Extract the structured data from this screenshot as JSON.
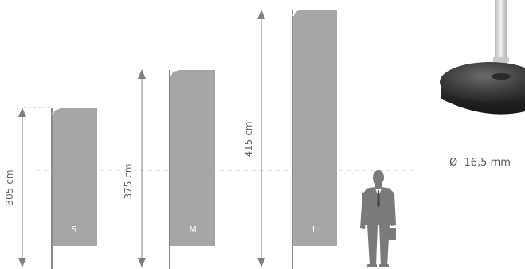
{
  "colors": {
    "flag": "#a6a6a6",
    "pole": "#8a8a8a",
    "arrow": "#7f7f7f",
    "dashed_line": "#c4c4c4",
    "person": "#7a7a7a",
    "base": "#3a3a3a",
    "label_text": "#666666"
  },
  "flags": [
    {
      "size": "S",
      "height_label": "305 cm",
      "height_cm": 305
    },
    {
      "size": "M",
      "height_label": "375 cm",
      "height_cm": 375
    },
    {
      "size": "L",
      "height_label": "415 cm",
      "height_cm": 415
    }
  ],
  "base": {
    "diameter_label": "Ø  16,5 mm"
  },
  "icons": {
    "person": "businessman-silhouette-icon",
    "base": "weighted-pole-base-icon"
  }
}
